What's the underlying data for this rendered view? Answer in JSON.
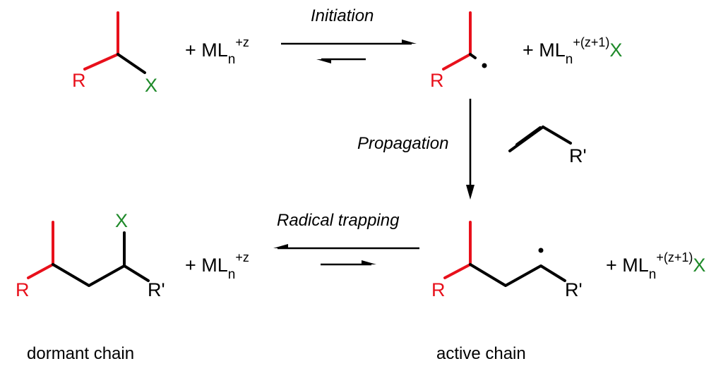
{
  "colors": {
    "alkyl": "#e8101b",
    "halogen": "#1f8a2a",
    "ink": "#000000"
  },
  "atoms": {
    "R": "R",
    "X": "X",
    "R_prime": "R'"
  },
  "catalyst": {
    "plus": "+ ",
    "metal": "ML",
    "subscript": "n",
    "low_ox": "+z",
    "high_ox": "+(z+1)",
    "halide": "X"
  },
  "steps": {
    "initiation": "Initiation",
    "propagation": "Propagation",
    "trapping": "Radical trapping"
  },
  "captions": {
    "dormant": "dormant chain",
    "active": "active chain"
  }
}
